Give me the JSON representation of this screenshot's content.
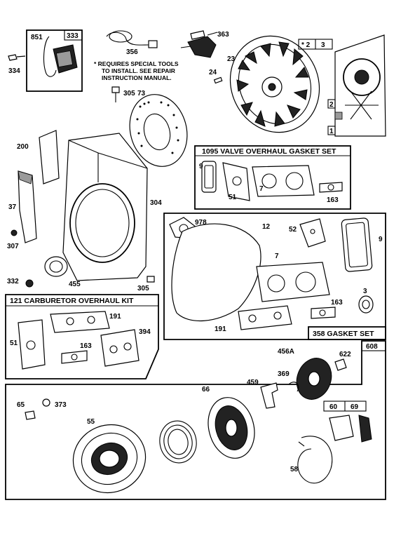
{
  "kits": {
    "valve_gasket_set": "1095 VALVE OVERHAUL GASKET SET",
    "carburetor_kit": "121 CARBURETOR OVERHAUL KIT",
    "gasket_set": "358 GASKET SET"
  },
  "note": {
    "line1": "* REQUIRES SPECIAL TOOLS",
    "line2": "TO INSTALL. SEE REPAIR",
    "line3": "INSTRUCTION MANUAL."
  },
  "part_numbers": {
    "p851": "851",
    "p333": "333",
    "p334": "334",
    "p356": "356",
    "p363": "363",
    "p23": "23",
    "p24": "24",
    "p305a": "305",
    "p73": "73",
    "p200": "200",
    "p37": "37",
    "p307": "307",
    "p304": "304",
    "p332": "332",
    "p455": "455",
    "p305b": "305",
    "p9a": "9",
    "p51a": "51",
    "p7a": "7",
    "p163a": "163",
    "p978": "978",
    "p12": "12",
    "p52": "52",
    "p9b": "9",
    "p7b": "7",
    "p3": "3",
    "p163b": "163",
    "p191a": "191",
    "p191b": "191",
    "p394": "394",
    "p51b": "51",
    "p163c": "163",
    "p608": "608",
    "p456a": "456A",
    "p622": "622",
    "p459": "459",
    "p369": "369",
    "p65": "65",
    "p373": "373",
    "p66": "66",
    "p55": "55",
    "p60": "60",
    "p69": "69",
    "p58": "58",
    "key_star": "* 2",
    "key_3": "3",
    "key_2": "2",
    "key_1": "1"
  }
}
